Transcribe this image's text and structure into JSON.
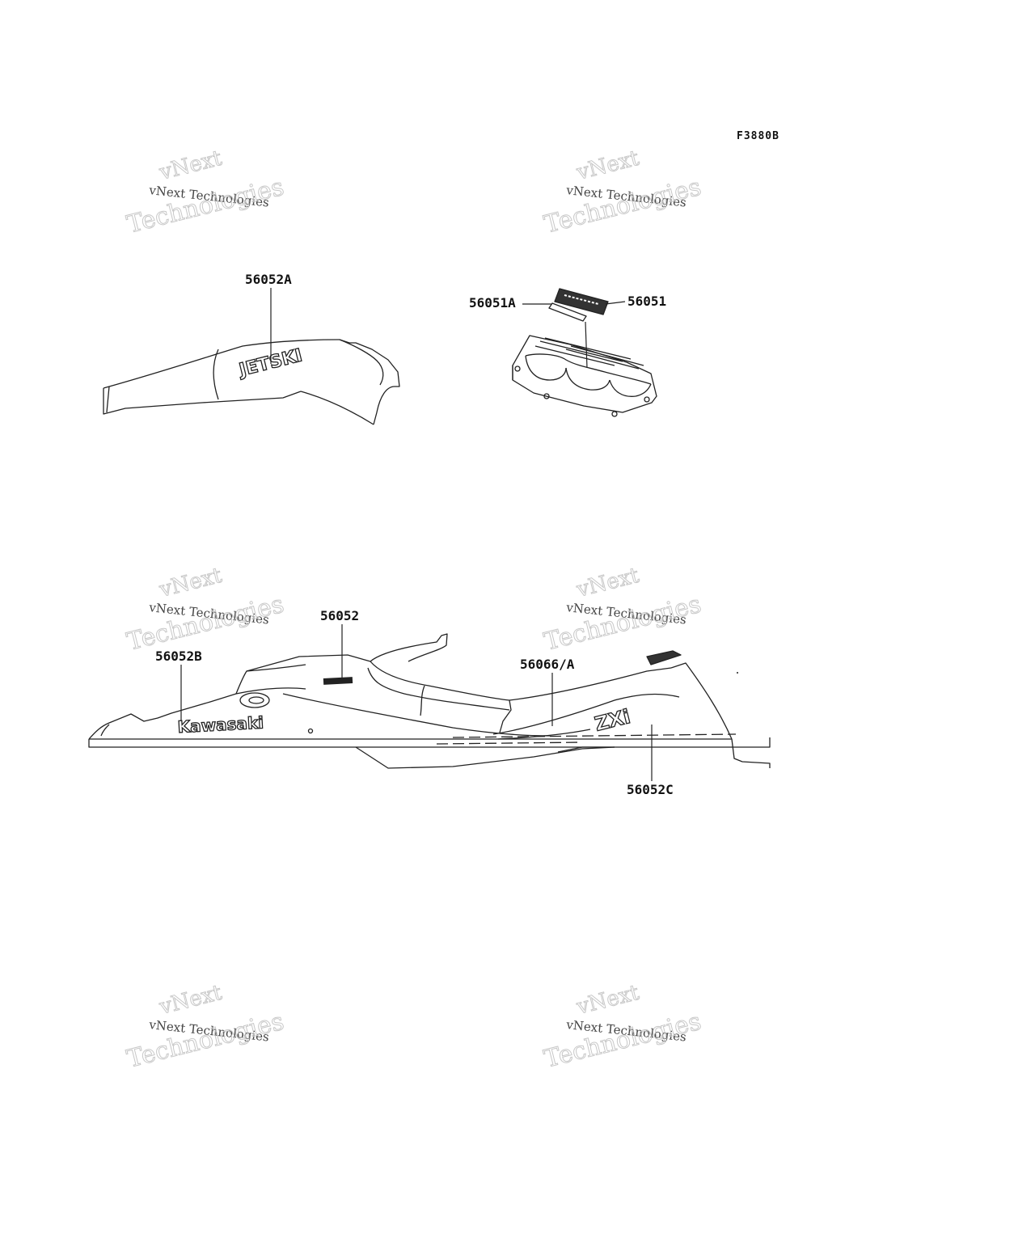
{
  "figure_code": "F3880B",
  "callouts": {
    "c56052A": "56052A",
    "c56051A": "56051A",
    "c56051": "56051",
    "c56052": "56052",
    "c56052B": "56052B",
    "c56066A": "56066/A",
    "c56052C": "56052C"
  },
  "decal_text": {
    "jetski": "JETSKI",
    "kawasaki": "Kawasaki",
    "zxi": "ZXi"
  },
  "watermark": {
    "line1": "vNext",
    "line2": "vNext Technologies",
    "line3": "Technologies"
  }
}
